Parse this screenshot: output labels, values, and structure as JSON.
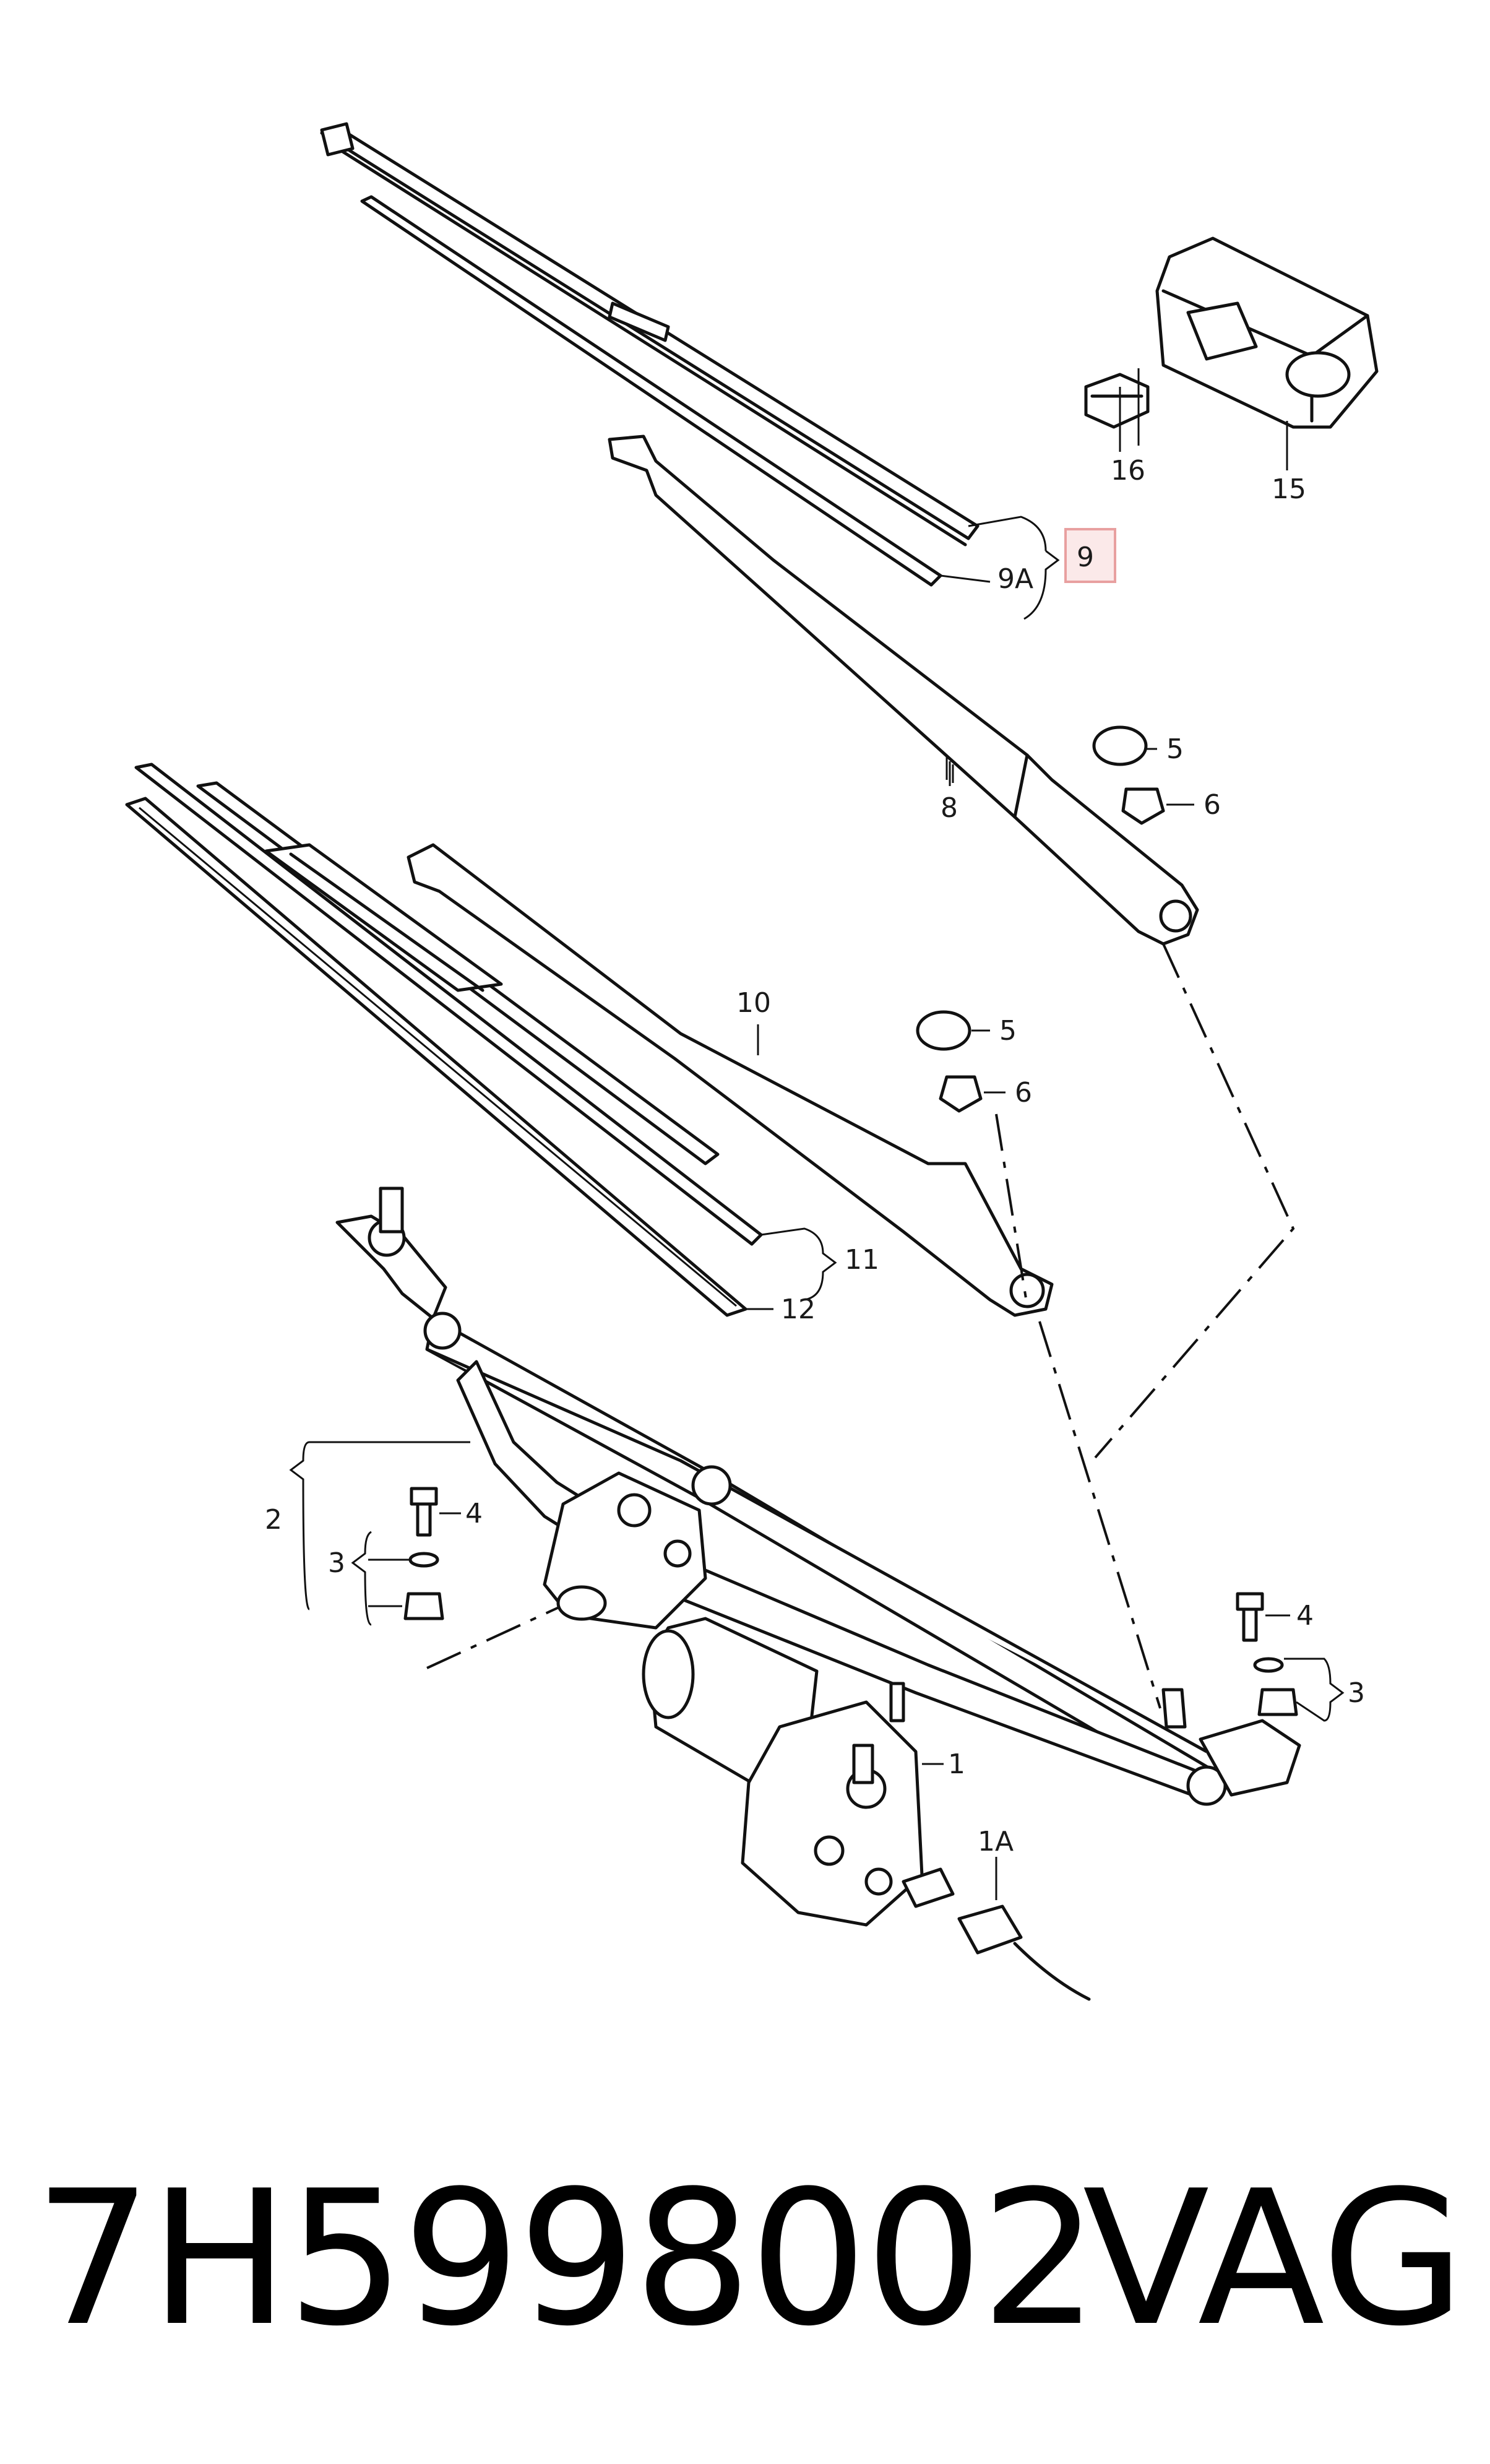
{
  "callouts": {
    "c1": "1",
    "c1A": "1A",
    "c2": "2",
    "c3a": "3",
    "c3b": "3",
    "c4a": "4",
    "c4b": "4",
    "c5a": "5",
    "c5b": "5",
    "c6a": "6",
    "c6b": "6",
    "c8": "8",
    "c9": "9",
    "c9A": "9A",
    "c10": "10",
    "c11": "11",
    "c12": "12",
    "c15": "15",
    "c16": "16"
  },
  "highlight_color": "#e8a0a0",
  "footer": {
    "part_number": "7H5998002",
    "brand": "VAG"
  }
}
